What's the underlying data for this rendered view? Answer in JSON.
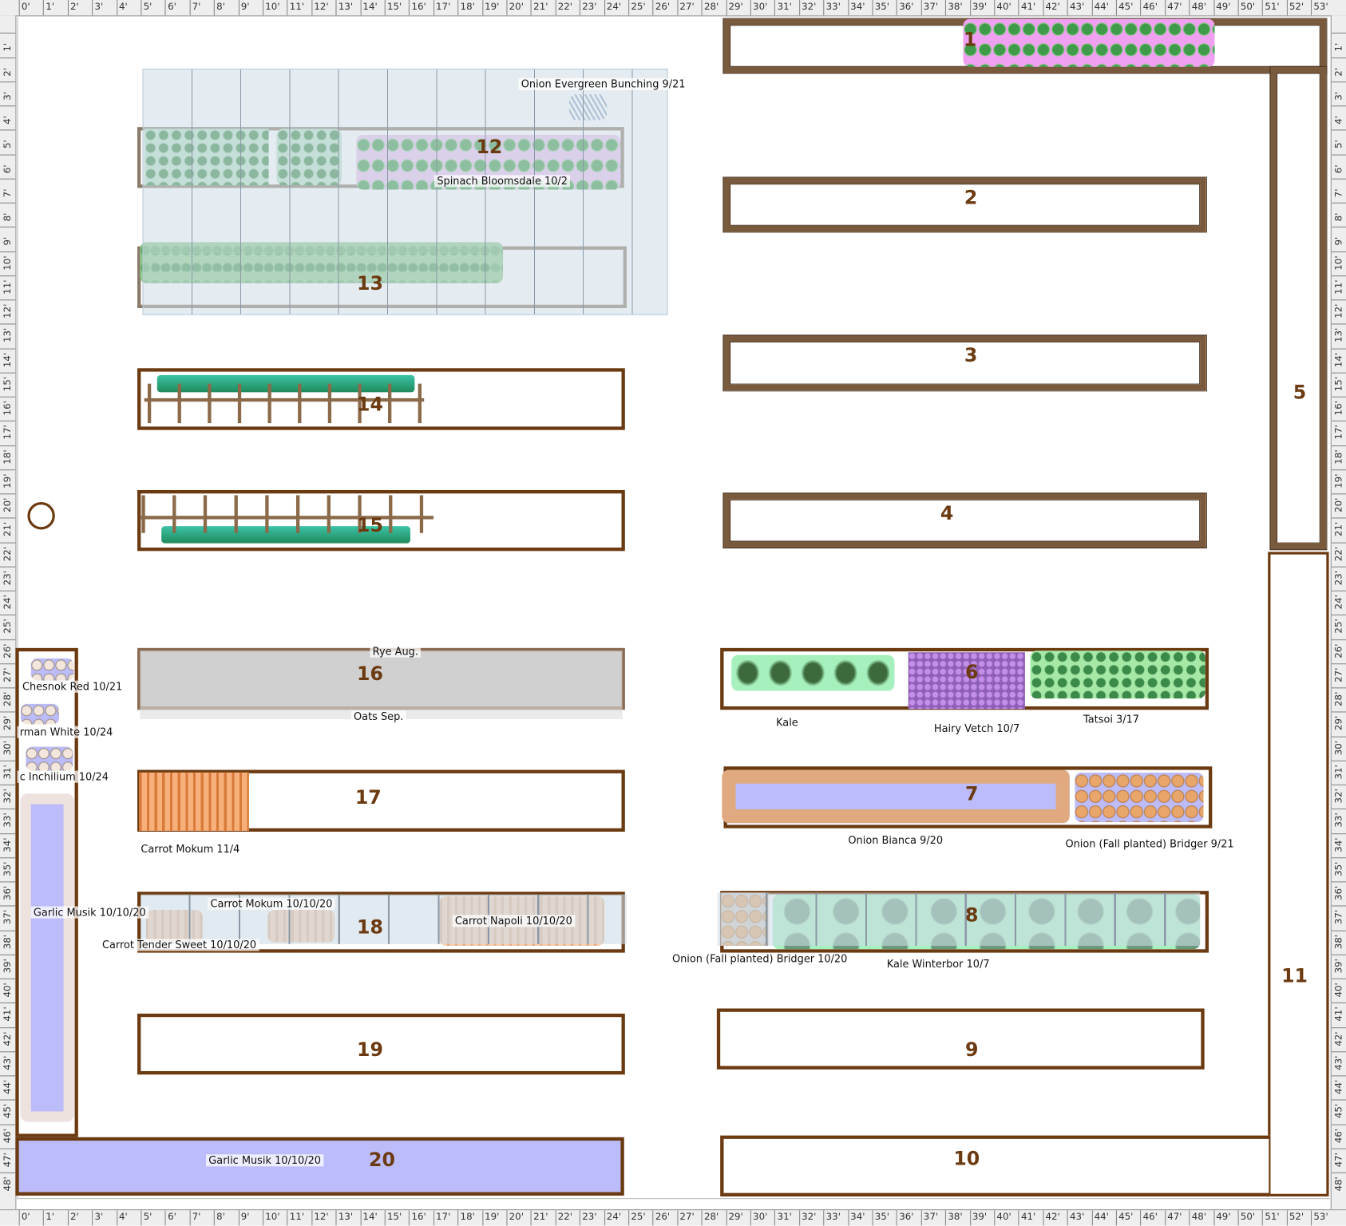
{
  "ruler": {
    "top_labels": [
      "0'",
      "1'",
      "2'",
      "3'",
      "4'",
      "5'",
      "6'",
      "7'",
      "8'",
      "9'",
      "10'",
      "11'",
      "12'",
      "13'",
      "14'",
      "15'",
      "16'",
      "17'",
      "18'",
      "19'",
      "20'",
      "21'",
      "22'",
      "23'",
      "24'",
      "25'",
      "26'",
      "27'",
      "28'",
      "29'",
      "30'",
      "31'",
      "32'",
      "33'",
      "34'",
      "35'",
      "36'",
      "37'",
      "38'",
      "39'",
      "40'",
      "41'",
      "42'",
      "43'",
      "44'",
      "45'",
      "46'",
      "47'",
      "48'",
      "49'",
      "50'",
      "51'",
      "52'",
      "53'"
    ],
    "side_labels": [
      "1'",
      "2'",
      "3'",
      "4'",
      "5'",
      "6'",
      "7'",
      "8'",
      "9'",
      "10'",
      "11'",
      "12'",
      "13'",
      "14'",
      "15'",
      "16'",
      "17'",
      "18'",
      "19'",
      "20'",
      "21'",
      "22'",
      "23'",
      "24'",
      "25'",
      "26'",
      "27'",
      "28'",
      "29'",
      "30'",
      "31'",
      "32'",
      "33'",
      "34'",
      "35'",
      "36'",
      "37'",
      "38'",
      "39'",
      "40'",
      "41'",
      "42'",
      "43'",
      "44'",
      "45'",
      "46'",
      "47'",
      "48'"
    ]
  },
  "beds": {
    "b1": "1",
    "b2": "2",
    "b3": "3",
    "b4": "4",
    "b5": "5",
    "b6": "6",
    "b7": "7",
    "b8": "8",
    "b9": "9",
    "b10": "10",
    "b11": "11",
    "b12": "12",
    "b13": "13",
    "b14": "14",
    "b15": "15",
    "b16": "16",
    "b17": "17",
    "b18": "18",
    "b19": "19",
    "b20": "20"
  },
  "plant_labels": {
    "onion_evergreen": "Onion Evergreen Bunching 9/21",
    "spinach": "Spinach Bloomsdale 10/2",
    "rye": "Rye Aug.",
    "oats": "Oats  Sep.",
    "chesnok": "Chesnok Red 10/21",
    "german_white": "rman White 10/24",
    "inchilium": "c Inchilium 10/24",
    "carrot_mokum_17": "Carrot  Mokum 11/4",
    "garlic_musik_21": "Garlic  Musik  10/10/20",
    "carrot_mokum_18": "Carrot  Mokum 10/10/20",
    "carrot_tender": "Carrot  Tender Sweet 10/10/20",
    "carrot_napoli": "Carrot  Napoli 10/10/20",
    "garlic_musik_20": "Garlic  Musik  10/10/20",
    "kale": "Kale",
    "hairy_vetch": "Hairy Vetch 10/7",
    "tatsoi": "Tatsoi 3/17",
    "onion_bianca": "Onion Bianca 9/20",
    "onion_bridger_7": "Onion (Fall planted) Bridger 9/21",
    "onion_bridger_8": "Onion (Fall planted) Bridger 10/20",
    "kale_winterbor": "Kale Winterbor 10/7"
  },
  "colors": {
    "bed_border": "#6b3a10",
    "wood_frame": "#7a5a3c",
    "garlic_bed": "#bcbcfa",
    "kale_bed": "#a6f0bd"
  }
}
